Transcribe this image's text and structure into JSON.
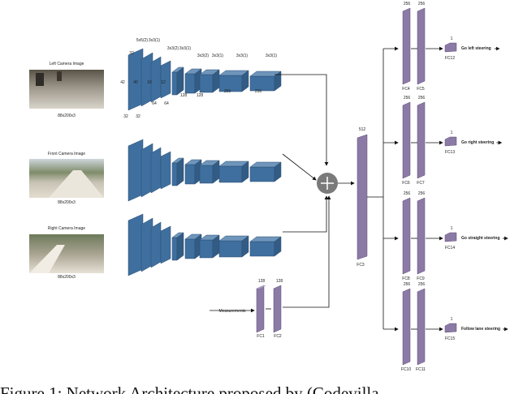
{
  "cameras": {
    "left": {
      "title": "Left Camera Image",
      "size": "88x200x3"
    },
    "front": {
      "title": "Front Camera Image",
      "size": "88x200x3"
    },
    "right": {
      "title": "Right Camera Image",
      "size": "88x200x3"
    }
  },
  "conv": {
    "kernels": [
      "5x5(2)",
      "3x3(1)",
      "3x3(2)",
      "3x3(1)",
      "3x3(2)",
      "3x3(1)",
      "3x3(1)",
      "3x3(1)"
    ],
    "depth_top": "32",
    "dims": [
      "42",
      "40",
      "18",
      "12"
    ],
    "channels": [
      "64",
      "64",
      "128",
      "128",
      "256",
      "256"
    ],
    "bottom": [
      "32",
      "32"
    ]
  },
  "measurements": {
    "label": "Measurements",
    "fc1_size": "128",
    "fc2_size": "128",
    "fc1_name": "FC1",
    "fc2_name": "FC2"
  },
  "fc3": {
    "size": "512",
    "name": "FC3"
  },
  "branches": [
    {
      "sizes": [
        "256",
        "256"
      ],
      "names": [
        "FC4",
        "FC5"
      ],
      "out_size": "1",
      "out_name": "FC12",
      "label": "Go left steering"
    },
    {
      "sizes": [
        "256",
        "256"
      ],
      "names": [
        "FC6",
        "FC7"
      ],
      "out_size": "1",
      "out_name": "FC13",
      "label": "Go right steering"
    },
    {
      "sizes": [
        "256",
        "256"
      ],
      "names": [
        "FC8",
        "FC9"
      ],
      "out_size": "1",
      "out_name": "FC14",
      "label": "Go straight steering"
    },
    {
      "sizes": [
        "256",
        "256"
      ],
      "names": [
        "FC10",
        "FC11"
      ],
      "out_size": "1",
      "out_name": "FC15",
      "label": "Follow lane steering"
    }
  ],
  "caption": "Figure 1:  Network Architecture proposed by (Codevilla",
  "colors": {
    "conv_fill": "#3f6f9e",
    "fc_fill": "#8c7aa6",
    "merge_node": "#7a7a7a"
  }
}
